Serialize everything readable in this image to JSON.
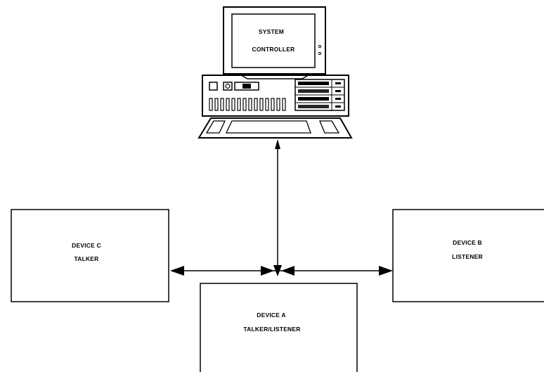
{
  "system_controller": {
    "line1": "SYSTEM",
    "line2": "CONTROLLER"
  },
  "device_c": {
    "name": "DEVICE C",
    "role": "TALKER"
  },
  "device_b": {
    "name": "DEVICE B",
    "role": "LISTENER"
  },
  "device_a": {
    "name": "DEVICE A",
    "role": "TALKER/LISTENER"
  }
}
